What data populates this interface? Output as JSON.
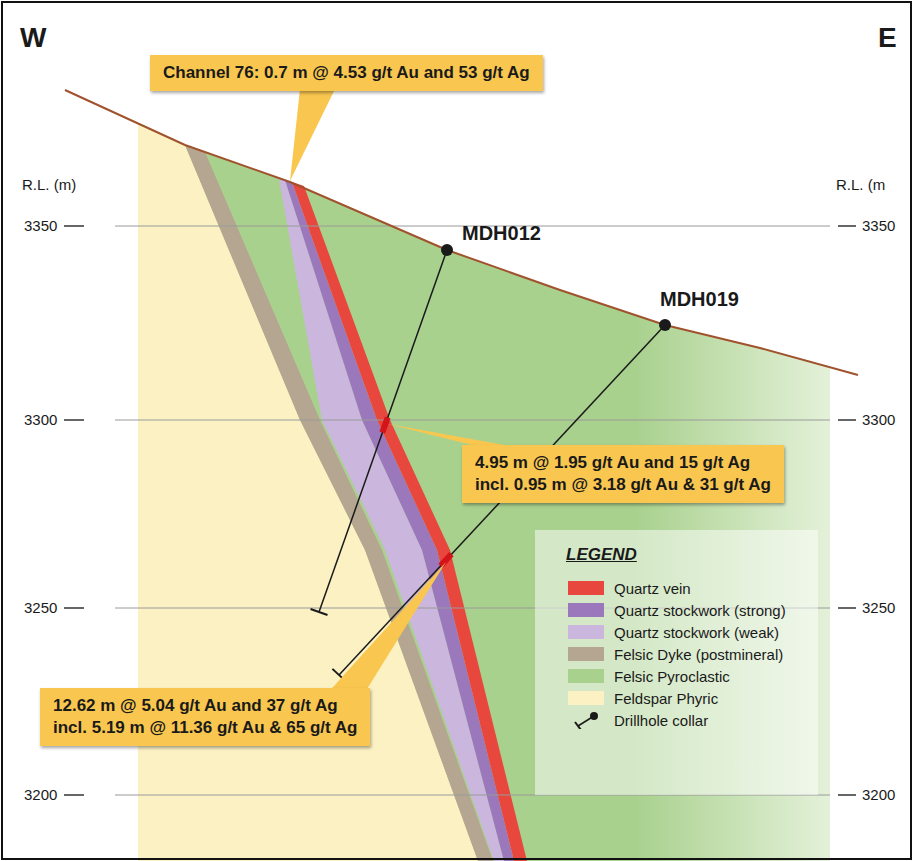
{
  "diagram": {
    "nodes": [
      {
        "text": [
          "Channel 76: 0.7 m @ 4.53 g/t Au and 53 g/t Ag"
        ]
      },
      {
        "text": [
          "4.95 m @ 1.95 g/t Au and 15 g/t Ag",
          "incl. 0.95 m @ 3.18 g/t Au & 31 g/t Ag"
        ]
      },
      {
        "text": [
          "12.62 m @ 5.04 g/t Au and 37 g/t Ag",
          "incl. 5.19 m @ 11.36 g/t Au & 65 g/t Ag"
        ]
      }
    ],
    "labels": [
      "W",
      "E",
      "R.L. (m)",
      "R.L. (m",
      "3350",
      "3300",
      "3250",
      "3200",
      "3350",
      "3300",
      "3250",
      "3200",
      "MDH012",
      "MDH019",
      "LEGEND"
    ],
    "legend": [
      {
        "text": "Quartz vein",
        "color": "#e8473d"
      },
      {
        "text": "Quartz stockwork (strong)",
        "color": "#9b78bc"
      },
      {
        "text": "Quartz stockwork (weak)",
        "color": "#cbb7dd"
      },
      {
        "text": "Felsic Dyke (postmineral)",
        "color": "#b4a690"
      },
      {
        "text": "Felsic Pyroclastic",
        "color": "#a9d18e"
      },
      {
        "text": "Feldspar Phyric",
        "color": "#fbf1c3"
      },
      {
        "text": "Drillhole collar"
      }
    ]
  }
}
